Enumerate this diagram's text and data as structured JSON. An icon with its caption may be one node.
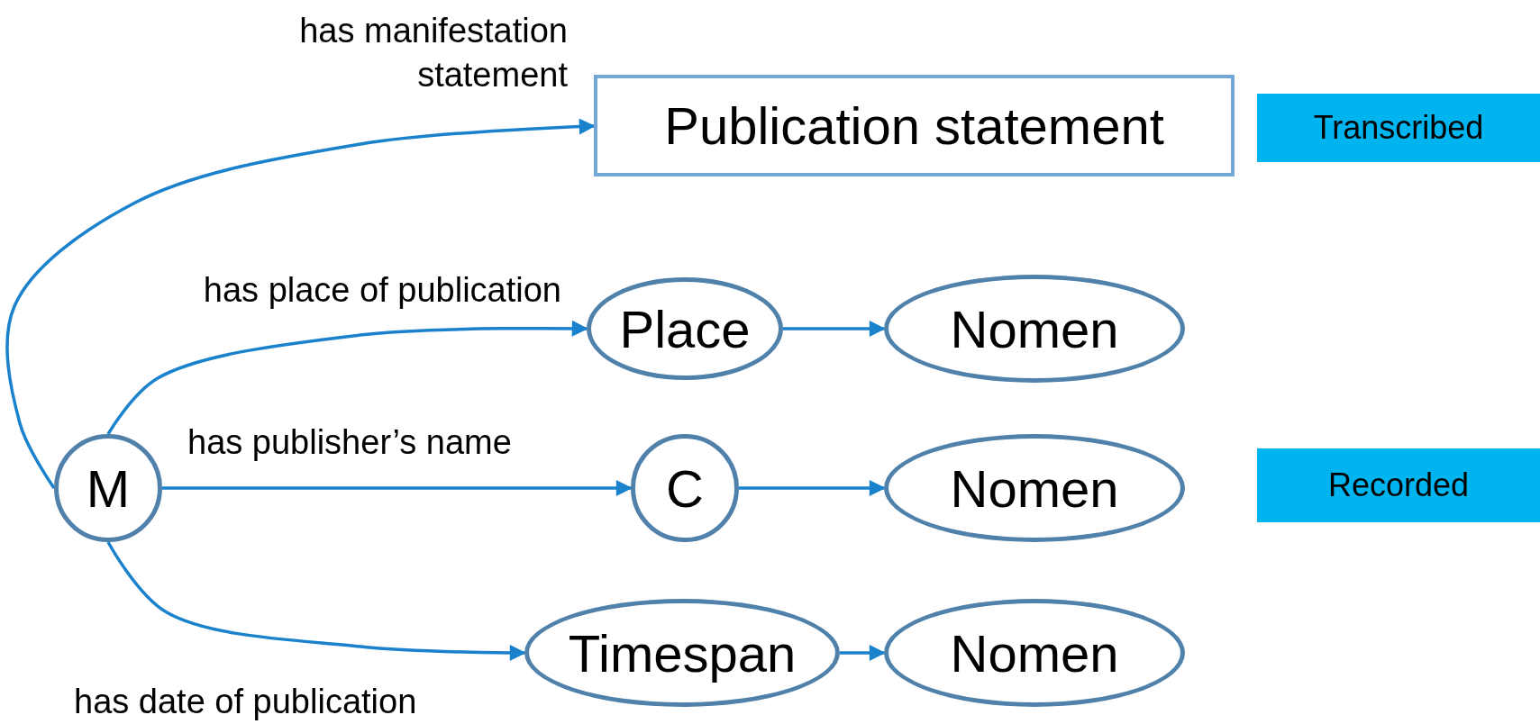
{
  "diagram": {
    "nodes": [
      {
        "text": [
          "Publication statement"
        ]
      },
      {
        "text": [
          "Transcribed"
        ]
      },
      {
        "text": [
          "Place"
        ]
      },
      {
        "text": [
          "Nomen"
        ]
      },
      {
        "text": [
          "M"
        ]
      },
      {
        "text": [
          "C"
        ]
      },
      {
        "text": [
          "Nomen"
        ]
      },
      {
        "text": [
          "Recorded"
        ]
      },
      {
        "text": [
          "Timespan"
        ]
      },
      {
        "text": [
          "Nomen"
        ]
      }
    ],
    "edges": [
      {
        "from": 4,
        "to": 0,
        "arrow": "to",
        "label": "has manifestation statement"
      },
      {
        "from": 4,
        "to": 2,
        "arrow": "to",
        "label": "has place of publication"
      },
      {
        "from": 4,
        "to": 5,
        "arrow": "to",
        "label": "has publisher’s name"
      },
      {
        "from": 4,
        "to": 8,
        "arrow": "to",
        "label": "has date of publication"
      },
      {
        "from": 2,
        "to": 3,
        "arrow": "to"
      },
      {
        "from": 5,
        "to": 6,
        "arrow": "to"
      },
      {
        "from": 8,
        "to": 9,
        "arrow": "to"
      }
    ]
  }
}
